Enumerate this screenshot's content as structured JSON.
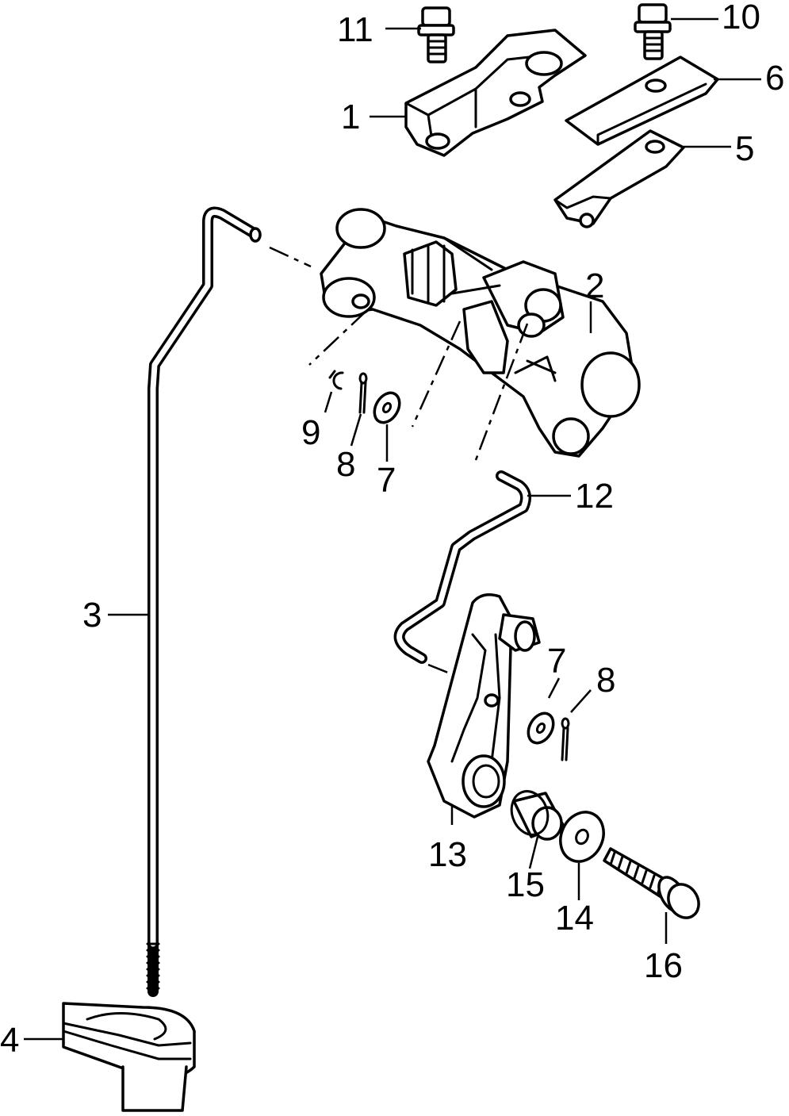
{
  "callouts": {
    "c1": "1",
    "c2": "2",
    "c3": "3",
    "c4": "4",
    "c5": "5",
    "c6": "6",
    "c7a": "7",
    "c7b": "7",
    "c8a": "8",
    "c8b": "8",
    "c9": "9",
    "c10": "10",
    "c11": "11",
    "c12": "12",
    "c13": "13",
    "c14": "14",
    "c15": "15",
    "c16": "16"
  }
}
